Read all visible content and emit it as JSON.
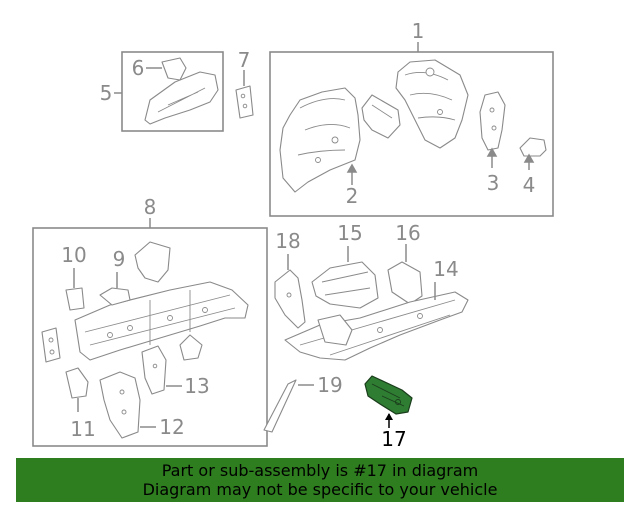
{
  "callouts": {
    "c1": "1",
    "c2": "2",
    "c3": "3",
    "c4": "4",
    "c5": "5",
    "c6": "6",
    "c7": "7",
    "c8": "8",
    "c9": "9",
    "c10": "10",
    "c11": "11",
    "c12": "12",
    "c13": "13",
    "c14": "14",
    "c15": "15",
    "c16": "16",
    "c17": "17",
    "c18": "18",
    "c19": "19"
  },
  "highlighted_part": "17",
  "colors": {
    "highlight": "#2e7d32",
    "banner": "#2e7d1f",
    "line": "#8a8a8a"
  },
  "banner": {
    "line1": "Part or sub-assembly is #17 in diagram",
    "line2": "Diagram may not be specific to your vehicle"
  }
}
